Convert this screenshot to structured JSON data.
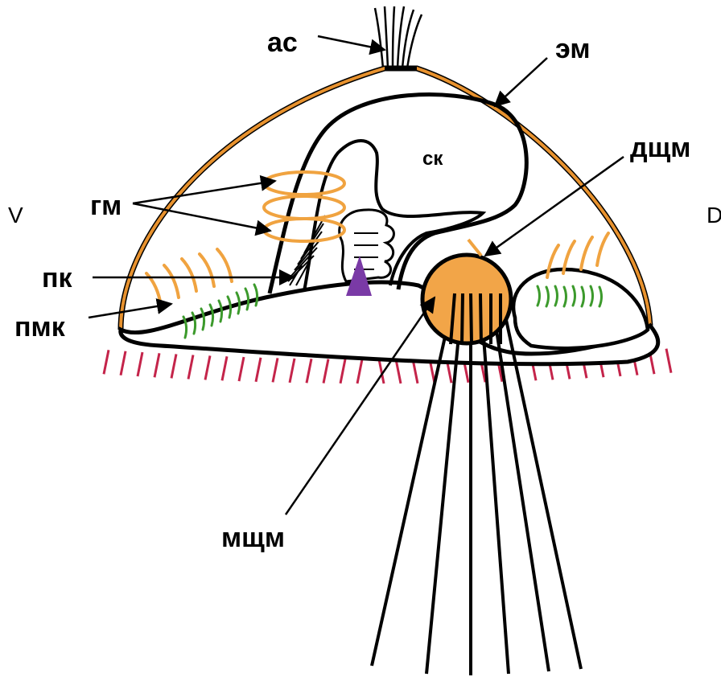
{
  "labels": {
    "ac": "ас",
    "em": "эм",
    "sk": "ск",
    "dshchm": "дщм",
    "gm": "гм",
    "pk": "пк",
    "pmk": "пмк",
    "mshchm": "мщм",
    "ventral": "V",
    "dorsal": "D"
  },
  "colors": {
    "outline": "#000000",
    "membrane": "#e8922e",
    "muscle_orange": "#f0a340",
    "cilia_green": "#3c9a2c",
    "cilia_red": "#c4244a",
    "arrowhead_purple": "#7a3aa6",
    "bulb_fill": "#f2a548"
  }
}
